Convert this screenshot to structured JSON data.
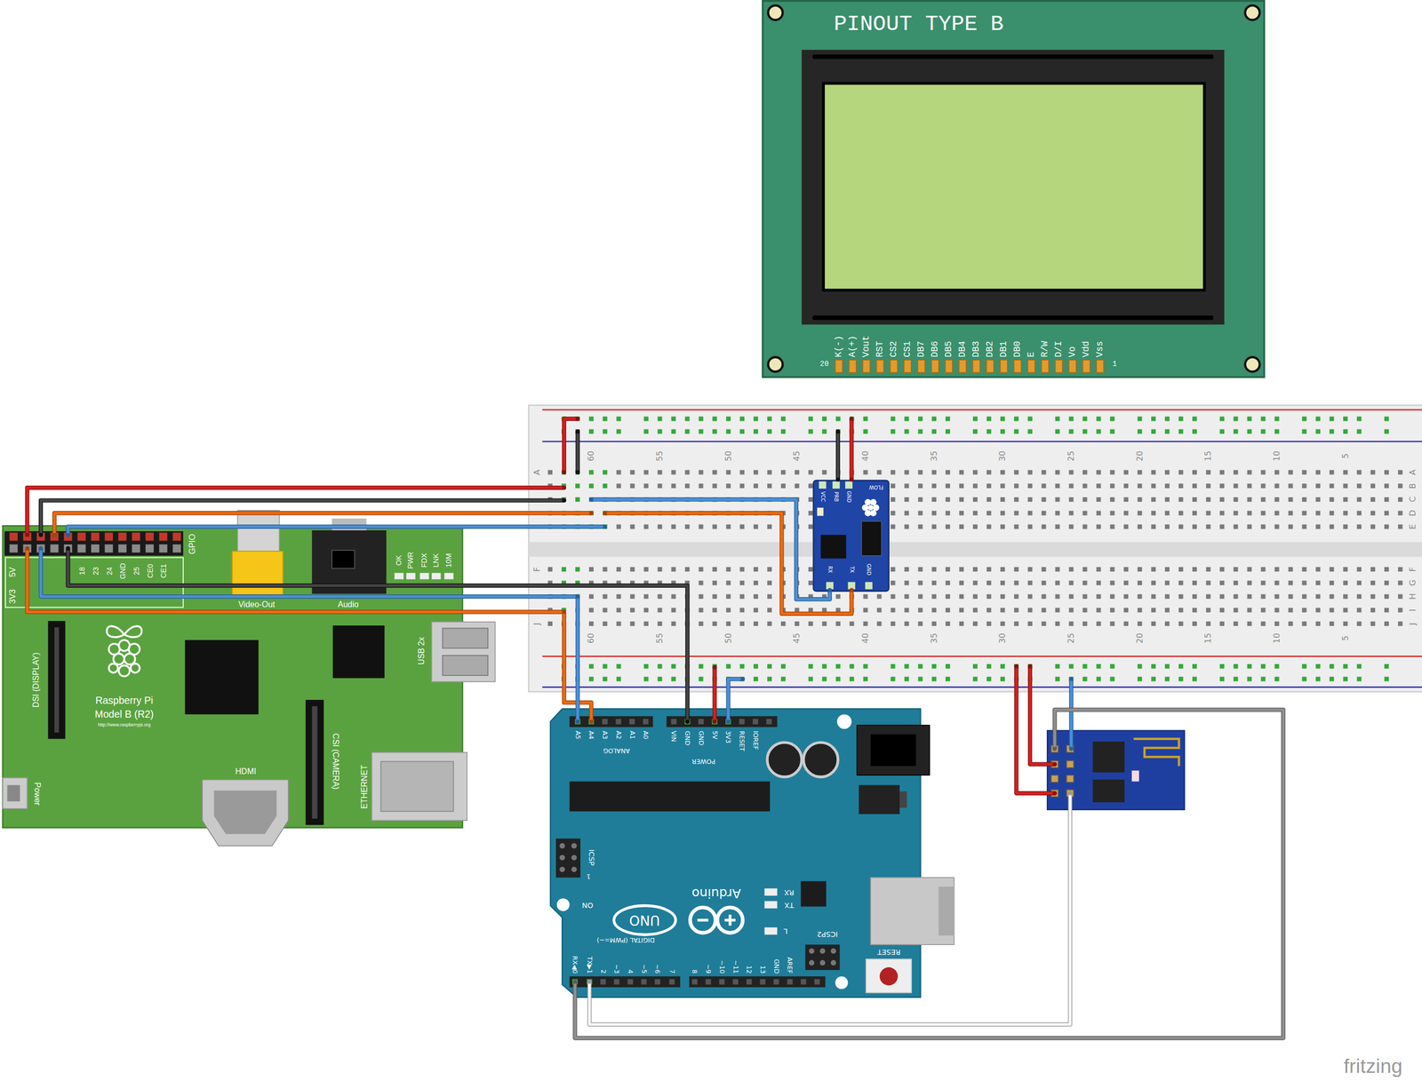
{
  "diagram": {
    "nodes": [
      {
        "text": [
          "PINOUT TYPE B",
          "K(-)",
          "A(+)",
          "Vout",
          "RST",
          "CS2",
          "CS1",
          "DB7",
          "DB6",
          "DB5",
          "DB4",
          "DB3",
          "DB2",
          "DB1",
          "DB0",
          "E",
          "R/W",
          "D/I",
          "Vo",
          "Vdd",
          "Vss",
          "20",
          "1"
        ]
      },
      {
        "text": [
          "60",
          "55",
          "50",
          "45",
          "40",
          "35",
          "30",
          "25",
          "20",
          "15",
          "10",
          "5",
          "60",
          "55",
          "50",
          "45",
          "40",
          "35",
          "30",
          "25",
          "20",
          "15",
          "10",
          "5",
          "A",
          "F",
          "J",
          "A",
          "B",
          "C",
          "D",
          "E",
          "F",
          "G",
          "H",
          "I",
          "J"
        ]
      },
      {
        "text": [
          "FLOW",
          "VCC",
          "PRB",
          "GND",
          "TX",
          "RX",
          "GND"
        ],
        "in": 1
      },
      {
        "text": [
          "GPIO",
          "5V",
          "3V3",
          "18",
          "23",
          "24",
          "GND",
          "25",
          "CE0",
          "CE1",
          "Video-Out",
          "Audio",
          "OK",
          "PWR",
          "FDX",
          "LNK",
          "10M",
          "USB 2x",
          "Raspberry Pi",
          "Model B (R2)",
          "http://www.raspberrypi.org",
          "DSI (DISPLAY)",
          "HDMI",
          "CSI (CAMERA)",
          "ETHERNET",
          "Power"
        ]
      },
      {
        "text": [
          "A5",
          "A4",
          "A3",
          "A2",
          "A1",
          "A0",
          "ANALOG",
          "VIN",
          "GND",
          "GND",
          "5V",
          "3V3",
          "RESET",
          "IOREF",
          "POWER",
          "ICSP",
          "1",
          "ON",
          "Arduino",
          "UNO",
          "RX",
          "TX",
          "L",
          "ICSP2",
          "RESET",
          "DIGITAL (PWM=~)",
          "RX◀0",
          "TX▶1",
          "2",
          "~3",
          "4",
          "~5",
          "~6",
          "7",
          "8",
          "~9",
          "~10",
          "~11",
          "12",
          "13",
          "GND",
          "AREF"
        ]
      }
    ],
    "edges": [
      {
        "from": 3,
        "to": 1,
        "arrow": "none"
      },
      {
        "from": 3,
        "to": 1,
        "arrow": "none"
      },
      {
        "from": 3,
        "to": 1,
        "arrow": "none"
      },
      {
        "from": 3,
        "to": 1,
        "arrow": "none"
      },
      {
        "from": 3,
        "to": 4,
        "arrow": "none"
      },
      {
        "from": 3,
        "to": 1,
        "arrow": "none"
      },
      {
        "from": 3,
        "to": 1,
        "arrow": "none"
      },
      {
        "from": 1,
        "to": 4,
        "arrow": "none"
      },
      {
        "from": 1,
        "to": 4,
        "arrow": "none"
      },
      {
        "from": 4,
        "to": 1,
        "arrow": "none"
      },
      {
        "from": 4,
        "to": 1,
        "arrow": "none"
      },
      {
        "from": 2,
        "to": 1,
        "arrow": "none"
      },
      {
        "from": 2,
        "to": 1,
        "arrow": "none"
      },
      {
        "from": 2,
        "to": 1,
        "arrow": "none"
      },
      {
        "from": 2,
        "to": 1,
        "arrow": "none"
      }
    ],
    "labels": [
      "fritzing"
    ]
  }
}
